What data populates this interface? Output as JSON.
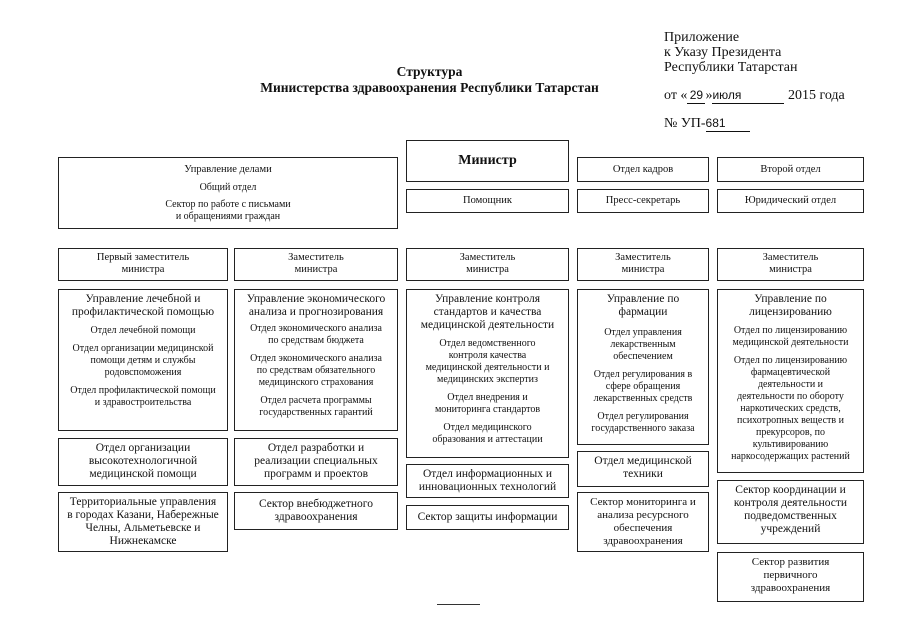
{
  "appendix": {
    "line1": "Приложение",
    "line2": "к Указу Президента",
    "line3": "Республики Татарстан",
    "date_prefix": "от «",
    "day": "29",
    "date_mid": "»",
    "month": "июля",
    "year_suffix": "2015 года",
    "number_prefix": "№ УП-",
    "number": "681"
  },
  "title": {
    "line1": "Структура",
    "line2": "Министерства здравоохранения Республики Татарстан"
  },
  "top": {
    "affairs": {
      "title": "Управление делами",
      "dept": "Общий отдел",
      "sector_l1": "Сектор по работе с письмами",
      "sector_l2": "и обращениями граждан"
    },
    "minister": "Министр",
    "assistant": "Помощник",
    "hr": "Отдел кадров",
    "press": "Пресс-секретарь",
    "second": "Второй отдел",
    "legal": "Юридический отдел"
  },
  "columns": [
    {
      "head_l1": "Первый заместитель",
      "head_l2": "министра",
      "b1_title_l1": "Управление лечебной и",
      "b1_title_l2": "профилактической помощью",
      "b1_s1": "Отдел лечебной помощи",
      "b1_s2_l1": "Отдел организации медицинской",
      "b1_s2_l2": "помощи детям и службы",
      "b1_s2_l3": "родовспоможения",
      "b1_s3_l1": "Отдел профилактической помощи",
      "b1_s3_l2": "и здравостроительства",
      "b2_l1": "Отдел организации",
      "b2_l2": "высокотехнологичной",
      "b2_l3": "медицинской помощи",
      "b3_l1": "Территориальные управления",
      "b3_l2": "в городах Казани, Набережные",
      "b3_l3": "Челны, Альметьевске и",
      "b3_l4": "Нижнекамске"
    },
    {
      "head_l1": "Заместитель",
      "head_l2": "министра",
      "b1_title_l1": "Управление экономического",
      "b1_title_l2": "анализа и прогнозирования",
      "b1_s1_l1": "Отдел экономического анализа",
      "b1_s1_l2": "по средствам бюджета",
      "b1_s2_l1": "Отдел экономического анализа",
      "b1_s2_l2": "по средствам обязательного",
      "b1_s2_l3": "медицинского страхования",
      "b1_s3_l1": "Отдел расчета программы",
      "b1_s3_l2": "государственных гарантий",
      "b2_l1": "Отдел разработки и",
      "b2_l2": "реализации специальных",
      "b2_l3": "программ и проектов",
      "b3_l1": "Сектор внебюджетного",
      "b3_l2": "здравоохранения"
    },
    {
      "head_l1": "Заместитель",
      "head_l2": "министра",
      "b1_title_l1": "Управление контроля",
      "b1_title_l2": "стандартов и качества",
      "b1_title_l3": "медицинской деятельности",
      "b1_s1_l1": "Отдел ведомственного",
      "b1_s1_l2": "контроля качества",
      "b1_s1_l3": "медицинской деятельности и",
      "b1_s1_l4": "медицинских экспертиз",
      "b1_s2_l1": "Отдел внедрения и",
      "b1_s2_l2": "мониторинга стандартов",
      "b1_s3_l1": "Отдел медицинского",
      "b1_s3_l2": "образования и аттестации",
      "b2_l1": "Отдел информационных и",
      "b2_l2": "инновационных технологий",
      "b3": "Сектор защиты информации"
    },
    {
      "head_l1": "Заместитель",
      "head_l2": "министра",
      "b1_title_l1": "Управление по",
      "b1_title_l2": "фармации",
      "b1_s1_l1": "Отдел управления",
      "b1_s1_l2": "лекарственным",
      "b1_s1_l3": "обеспечением",
      "b1_s2_l1": "Отдел регулирования в",
      "b1_s2_l2": "сфере обращения",
      "b1_s2_l3": "лекарственных средств",
      "b1_s3_l1": "Отдел регулирования",
      "b1_s3_l2": "государственного заказа",
      "b2_l1": "Отдел медицинской",
      "b2_l2": "техники",
      "b3_l1": "Сектор мониторинга и",
      "b3_l2": "анализа ресурсного",
      "b3_l3": "обеспечения",
      "b3_l4": "здравоохранения"
    },
    {
      "head_l1": "Заместитель",
      "head_l2": "министра",
      "b1_title_l1": "Управление по",
      "b1_title_l2": "лицензированию",
      "b1_s1_l1": "Отдел по лицензированию",
      "b1_s1_l2": "медицинской деятельности",
      "b1_s2_l1": "Отдел по лицензированию",
      "b1_s2_l2": "фармацевтической",
      "b1_s2_l3": "деятельности и",
      "b1_s2_l4": "деятельности по обороту",
      "b1_s2_l5": "наркотических средств,",
      "b1_s2_l6": "психотропных веществ и",
      "b1_s2_l7": "прекурсоров, по",
      "b1_s2_l8": "культивированию",
      "b1_s2_l9": "наркосодержащих растений",
      "b2_l1": "Сектор координации и",
      "b2_l2": "контроля деятельности",
      "b2_l3": "подведомственных",
      "b2_l4": "учреждений",
      "b3_l1": "Сектор развития",
      "b3_l2": "первичного",
      "b3_l3": "здравоохранения"
    }
  ]
}
